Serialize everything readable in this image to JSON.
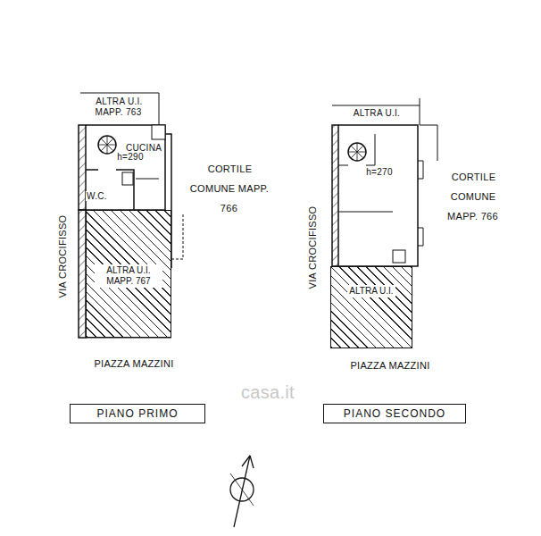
{
  "diagram": {
    "nodes": [
      {
        "text": [
          "ALTRA U.I. MAPP. 767"
        ]
      },
      {
        "text": [
          "PIANO PRIMO"
        ]
      },
      {
        "text": [
          "ALTRA U.I."
        ]
      },
      {
        "text": [
          "PIANO SECONDO"
        ]
      }
    ],
    "labels": [
      "ALTRA U.I. MAPP. 763",
      "CUCINA",
      "h=290",
      "W.C.",
      "CORTILE COMUNE MAPP. 766",
      "VIA CROCIFISSO",
      "PIAZZA MAZZINI",
      "ALTRA U.I.",
      "h=270",
      "CORTILE COMUNE MAPP. 766",
      "VIA CROCIFISSO",
      "PIAZZA MAZZINI",
      "casa.it"
    ]
  }
}
